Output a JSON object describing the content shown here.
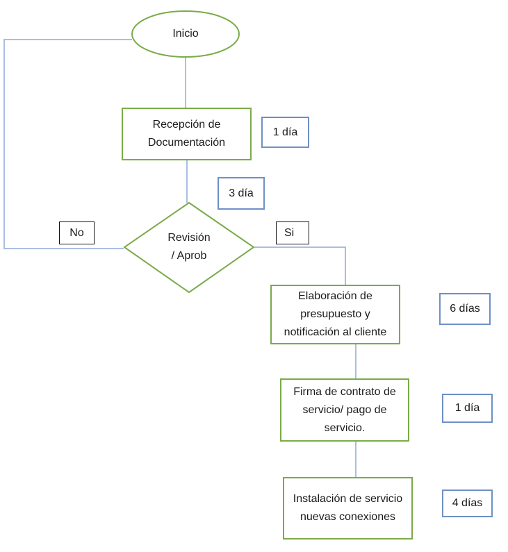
{
  "nodes": {
    "start": "Inicio",
    "reception": "Recepción de\nDocumentación",
    "review": "Revisión\n/ Aprob",
    "budget": "Elaboración de\npresupuesto y\nnotificación al cliente",
    "contract": "Firma de contrato de\nservicio/ pago de\nservicio.",
    "install": "Instalación de servicio\nnuevas conexiones"
  },
  "durations": {
    "reception": "1 día",
    "review": "3 día",
    "budget": "6 días",
    "contract": "1 día",
    "install": "4 días"
  },
  "branches": {
    "no": "No",
    "yes": "Si"
  },
  "colors": {
    "process_border": "#7aab48",
    "duration_border": "#6f8fc7",
    "connector": "#8ea9d6"
  }
}
